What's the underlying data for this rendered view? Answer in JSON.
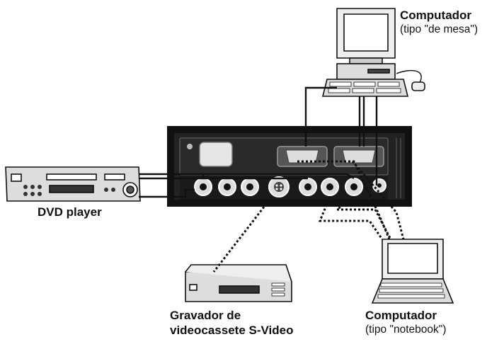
{
  "labels": {
    "desktop": {
      "title": "Computador",
      "subtitle": "(tipo \"de mesa\")"
    },
    "dvd": {
      "title": "DVD player"
    },
    "vcr": {
      "line1": "Gravador de",
      "line2": "videocassete S-Video"
    },
    "notebook": {
      "title": "Computador",
      "subtitle": "(tipo \"notebook\")"
    }
  }
}
